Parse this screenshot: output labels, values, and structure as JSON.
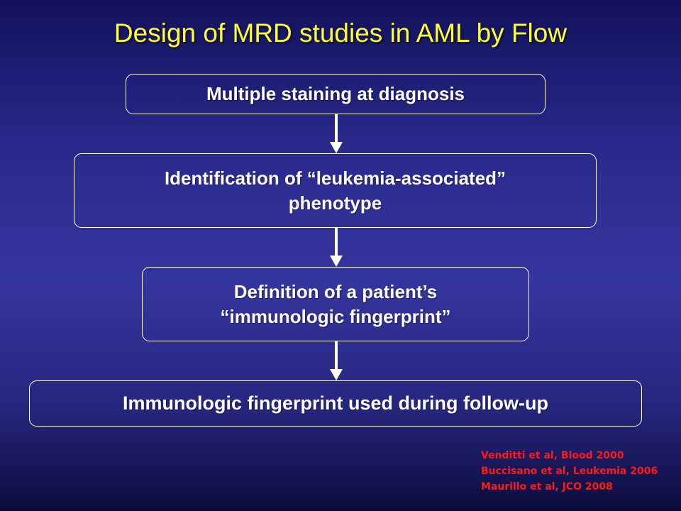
{
  "title": "Design of MRD studies in AML by Flow",
  "steps": [
    {
      "lines": [
        "Multiple staining at diagnosis"
      ]
    },
    {
      "lines": [
        "Identification of “leukemia-associated”",
        "phenotype"
      ]
    },
    {
      "lines": [
        "Definition of a patient’s",
        "“immunologic fingerprint”"
      ]
    },
    {
      "lines": [
        "Immunologic fingerprint used during follow-up"
      ]
    }
  ],
  "references": [
    "Venditti et al, Blood 2000",
    "Buccisano et al, Leukemia 2006",
    "Maurillo et al, JCO 2008"
  ],
  "colors": {
    "title": "#ffff2e",
    "box_text": "#ffffff",
    "box_border": "#ffffff",
    "references": "#ff1a1a",
    "background": "#2a2a8e"
  }
}
